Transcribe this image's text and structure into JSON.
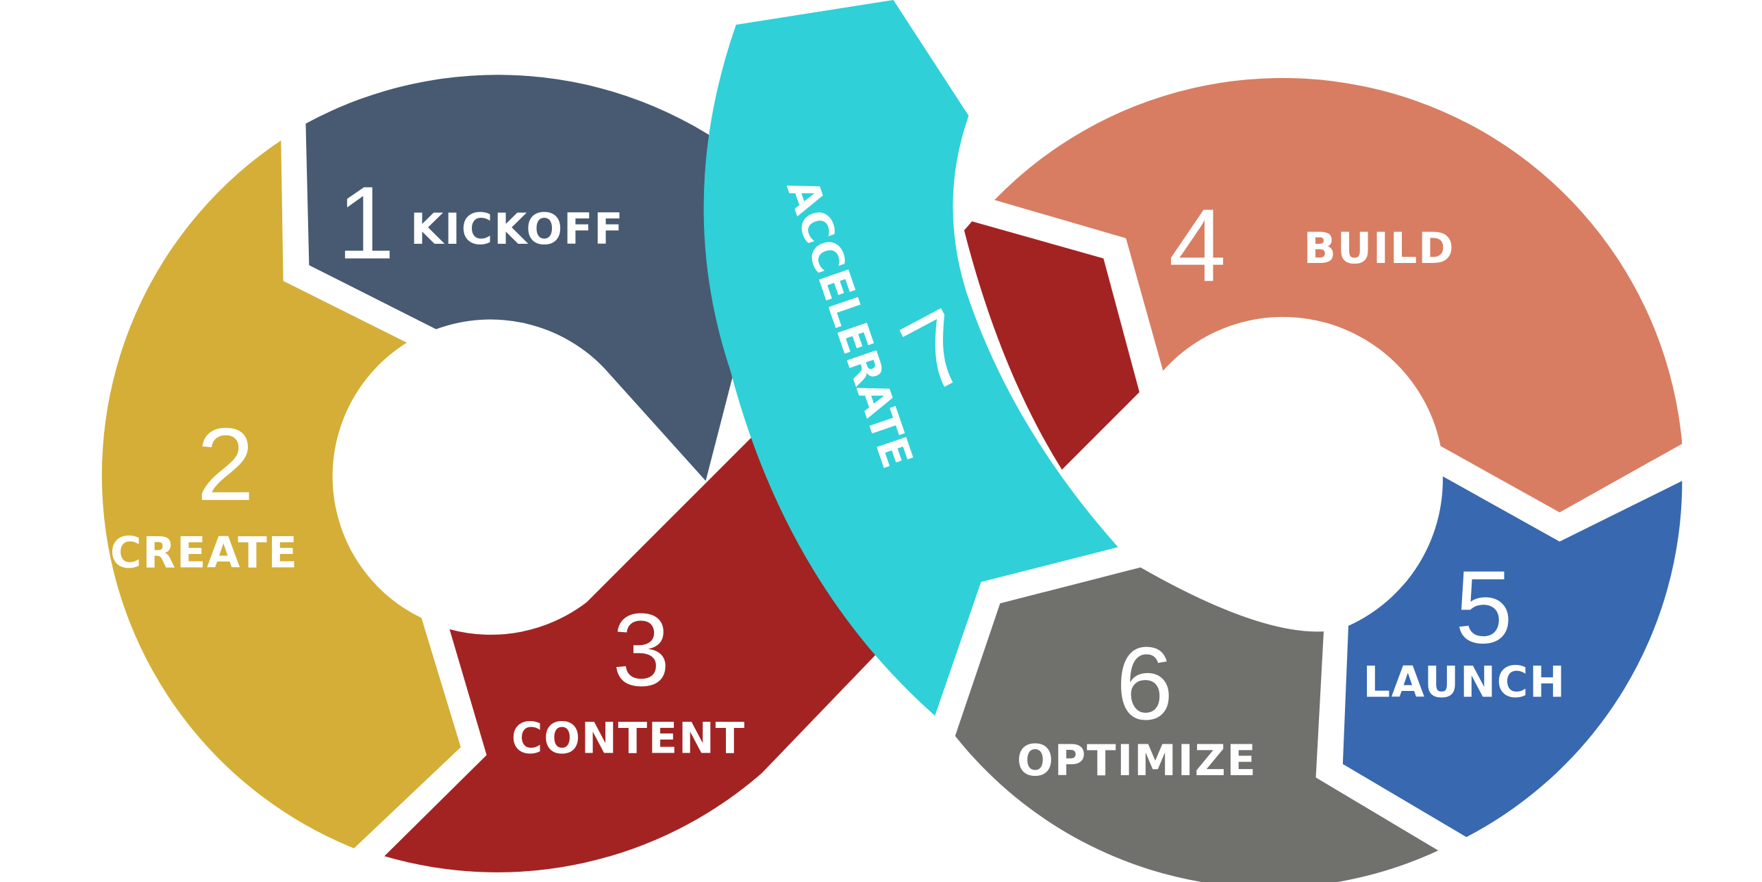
{
  "colors": {
    "kickoff": "#475a72",
    "create": "#d4ae36",
    "content": "#a32323",
    "build": "#d87d62",
    "launch": "#3868b0",
    "optimize": "#70716d",
    "accelerate": "#2fd0d8"
  },
  "steps": [
    {
      "number": "1",
      "label": "KICKOFF"
    },
    {
      "number": "2",
      "label": "CREATE"
    },
    {
      "number": "3",
      "label": "CONTENT"
    },
    {
      "number": "4",
      "label": "BUILD"
    },
    {
      "number": "5",
      "label": "LAUNCH"
    },
    {
      "number": "6",
      "label": "OPTIMIZE"
    },
    {
      "number": "7",
      "label": "ACCELERATE"
    }
  ]
}
